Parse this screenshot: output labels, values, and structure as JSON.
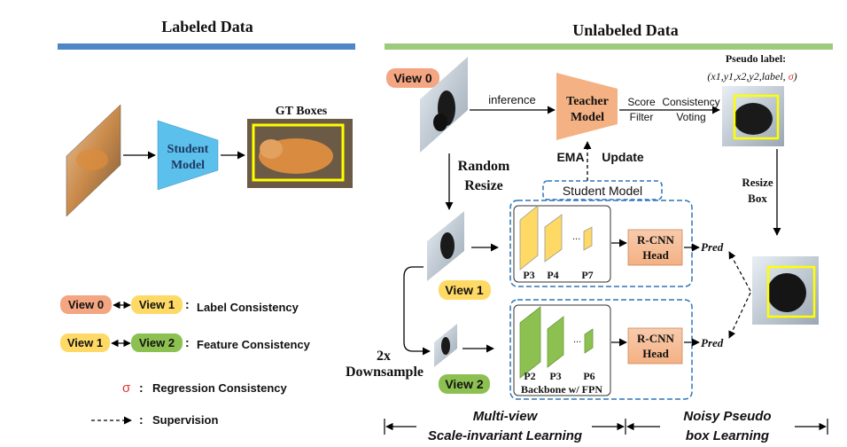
{
  "left": {
    "title": "Labeled Data",
    "student_model": [
      "Student",
      "Model"
    ],
    "gt_boxes": "GT Boxes"
  },
  "right": {
    "title": "Unlabeled Data",
    "view0": "View 0",
    "inference": "inference",
    "teacher_model": [
      "Teacher",
      "Model"
    ],
    "score_filter": [
      "Score",
      "Filter"
    ],
    "consistency_voting": [
      "Consistency",
      "Voting"
    ],
    "pseudo_label_title": "Pseudo label:",
    "pseudo_label_tuple_prefix": "(x1,y1,x2,y2,label, ",
    "pseudo_label_sigma": "σ",
    "pseudo_label_tuple_suffix": ")",
    "random_resize": [
      "Random",
      "Resize"
    ],
    "ema": "EMA",
    "update": "Update",
    "student_model_box": "Student Model",
    "resize_box": [
      "Resize",
      "Box"
    ],
    "fpn_top": [
      "P3",
      "P4",
      "P7"
    ],
    "fpn_bottom": [
      "P2",
      "P3",
      "P6"
    ],
    "ellipsis": "...",
    "rcnn_head": [
      "R-CNN",
      "Head"
    ],
    "pred": "Pred",
    "view1": "View 1",
    "view2": "View 2",
    "downsample": [
      "2x",
      "Downsample"
    ],
    "backbone": "Backbone w/ FPN"
  },
  "legend": {
    "row1": {
      "a": "View 0",
      "b": "View 1",
      "label": "Label Consistency"
    },
    "row2": {
      "a": "View 1",
      "b": "View 2",
      "label": "Feature Consistency"
    },
    "row3": {
      "symbol": "σ",
      "label": "Regression Consistency"
    },
    "row4": {
      "label": "Supervision"
    },
    "colon": ":"
  },
  "bottom": {
    "multiview": [
      "Multi-view",
      "Scale-invariant Learning"
    ],
    "noisy": [
      "Noisy Pseudo",
      "box Learning"
    ]
  },
  "colors": {
    "blue_bar": "#4f86c6",
    "green_bar": "#9dcb7d",
    "view0": "#f4a582",
    "view1": "#ffd966",
    "view2": "#8cc152",
    "teacher": "#f4b183",
    "student": "#5bc0eb",
    "rcnn": "#f4b183",
    "fpn_yellow": "#ffd966",
    "fpn_green": "#8cc152",
    "dash_blue": "#2e75b6",
    "gt_box": "#ffff00",
    "sigma": "#e03030"
  }
}
